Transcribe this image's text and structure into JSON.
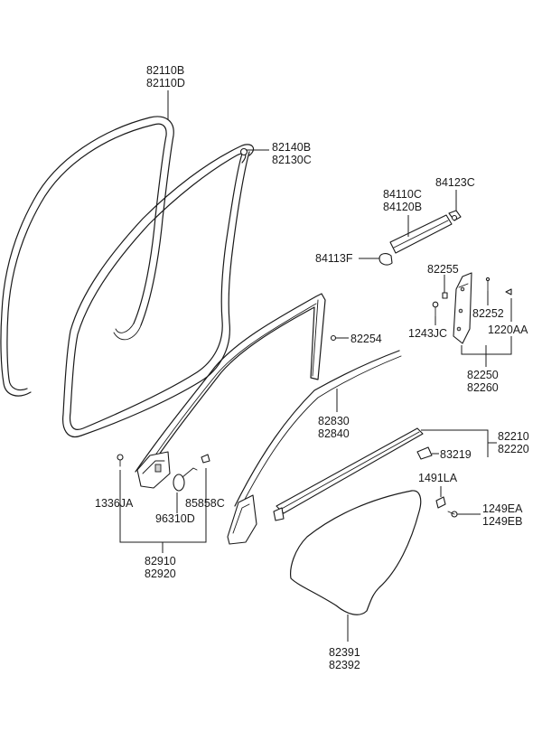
{
  "labels": {
    "p82110B": "82110B",
    "p82110D": "82110D",
    "p82140B": "82140B",
    "p82130C": "82130C",
    "p84123C": "84123C",
    "p84110C": "84110C",
    "p84120B": "84120B",
    "p84113F": "84113F",
    "p82255": "82255",
    "p82252": "82252",
    "p1243JC": "1243JC",
    "p1220AA": "1220AA",
    "p82254": "82254",
    "p82250": "82250",
    "p82260": "82260",
    "p82830": "82830",
    "p82840": "82840",
    "p82210": "82210",
    "p82220": "82220",
    "p83219": "83219",
    "p1491LA": "1491LA",
    "p1249EA": "1249EA",
    "p1249EB": "1249EB",
    "p1336JA": "1336JA",
    "p85858C": "85858C",
    "p96310D": "96310D",
    "p82910": "82910",
    "p82920": "82920",
    "p82391": "82391",
    "p82392": "82392"
  }
}
